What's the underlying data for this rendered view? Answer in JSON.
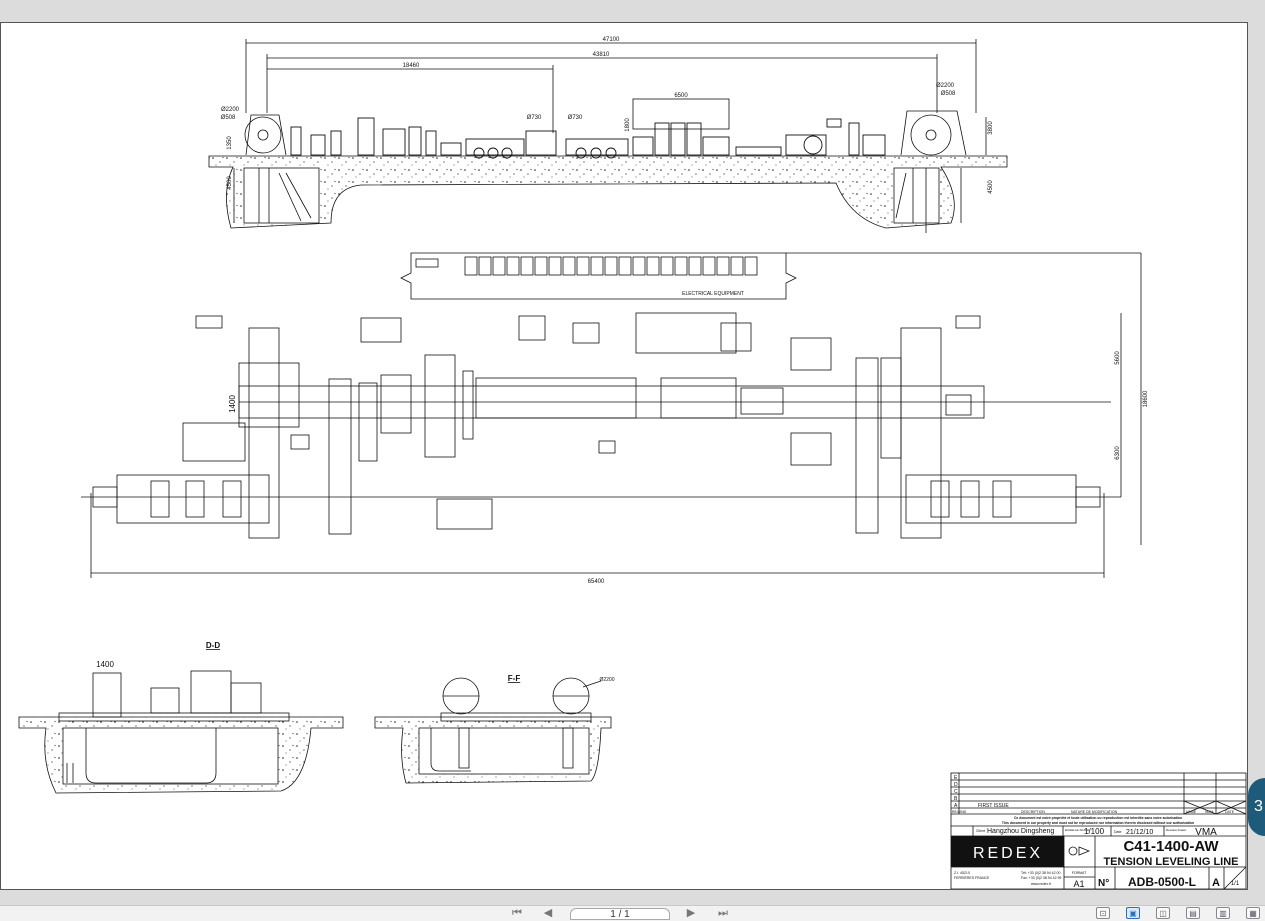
{
  "viewer": {
    "pager": {
      "first_icon": "first-page-icon",
      "prev_icon": "prev-page-icon",
      "page_value": "1 / 1",
      "next_icon": "next-page-icon",
      "last_icon": "last-page-icon"
    },
    "view_modes": [
      {
        "icon": "fit-width-icon",
        "glyph": "⊡"
      },
      {
        "icon": "fit-page-icon",
        "glyph": "▣",
        "active": true
      },
      {
        "icon": "zoom-icon",
        "glyph": "◫"
      },
      {
        "icon": "single-page-icon",
        "glyph": "▤"
      },
      {
        "icon": "two-page-icon",
        "glyph": "▥"
      },
      {
        "icon": "scroll-mode-icon",
        "glyph": "▦"
      }
    ],
    "floating_badge": "3"
  },
  "drawing": {
    "elevation_dims": {
      "overall": "47100",
      "span": "43810",
      "left_section": "18460",
      "mid_section": "6500",
      "left_coil": "Ø2200",
      "left_bore": "Ø508",
      "right_coil": "Ø2200",
      "right_bore": "Ø508",
      "left_pit": "4500",
      "left_height": "1350",
      "right_pit": "4500",
      "right_height": "3800",
      "roll_a": "Ø730",
      "roll_b": "Ø730",
      "tower": "1800"
    },
    "plan_dims": {
      "overall": "65400",
      "width_label": "1400",
      "right_total": "18600",
      "right_upper": "5600",
      "right_lower": "6300"
    },
    "electrical_label": "ELECTRICAL EQUIPMENT",
    "section_dd": {
      "title": "D-D",
      "dim": "1400"
    },
    "section_ff": {
      "title": "F-F",
      "dim": "Ø2200"
    }
  },
  "title_block": {
    "revisions": [
      {
        "index": "E",
        "text": ""
      },
      {
        "index": "D",
        "text": ""
      },
      {
        "index": "C",
        "text": ""
      },
      {
        "index": "B",
        "text": ""
      },
      {
        "index": "A",
        "text": "FIRST ISSUE"
      }
    ],
    "header_indice": "REV/IND",
    "header_desc": "DESCRIPTION",
    "header_nature": "NATURE DE MODIFICATION",
    "header_name": "NAME",
    "header_nom": "NOM",
    "header_date": "DATE",
    "notice_fr": "Ce document est notre propriété et toute utilisation ou reproduction est interdite sans notre autorisation",
    "notice_en": "This document is our property and must not be reproduced nor information therein disclosed without our authorization",
    "client_label": "Client",
    "client": "Hangzhou Dingsheng",
    "scale_label": "ECHELLE SCALE",
    "scale": "1/100",
    "date_label": "Date",
    "date": "21/12/10",
    "drawn_label": "Dessiné Drawn",
    "drawn": "VMA",
    "company": "REDEX",
    "address_1": "Z.I. 45210",
    "address_2": "FERRIÈRES FRANCE",
    "phone": "Tél: +33 (0)2 38 94 42 00",
    "fax": "Fax: +33 (0)2 38 94 42 99",
    "web": "www.redex.fr",
    "format_label": "FORMAT",
    "format": "A1",
    "code": "C41-1400-AW",
    "line_name": "TENSION LEVELING LINE",
    "number_prefix": "N°",
    "number": "ADB-0500-L",
    "rev": "A",
    "sheet": "1/1"
  }
}
